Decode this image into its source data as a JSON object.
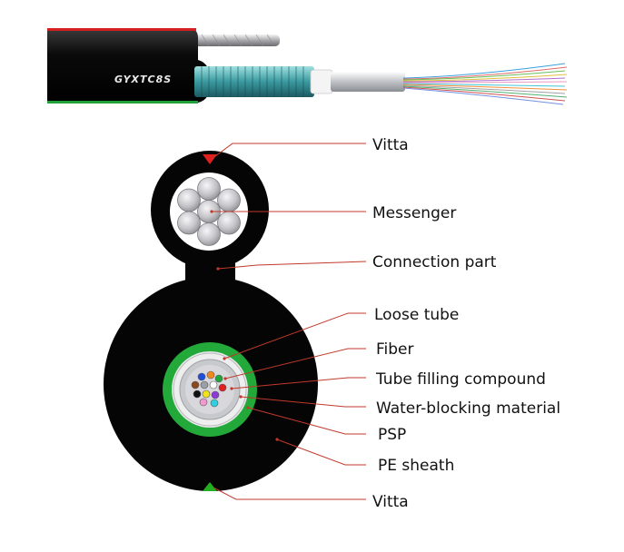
{
  "cable": {
    "model_text": "GYXTC8S"
  },
  "labels": {
    "vitta_top": "Vitta",
    "messenger": "Messenger",
    "connection_part": "Connection part",
    "loose_tube": "Loose tube",
    "fiber": "Fiber",
    "tube_filling_compound": "Tube filling compound",
    "water_blocking_material": "Water-blocking material",
    "psp": "PSP",
    "pe_sheath": "PE sheath",
    "vitta_bottom": "Vitta"
  },
  "colors": {
    "sheath": "#050505",
    "leader_line": "#c0392b",
    "vitta_top": "#e02020",
    "vitta_bottom": "#22b022",
    "psp_ring": "#22a93a",
    "messenger_wire": "#c8c8cc",
    "tube_fill": "#d8d8dc",
    "fiber_colors": [
      "#1f4fd8",
      "#f08a1e",
      "#1fa83a",
      "#8b4a1e",
      "#9aa0a6",
      "#ffffff",
      "#e02020",
      "#111111",
      "#f2e21a",
      "#8e3ad6",
      "#f29ad0",
      "#2fd0e0"
    ]
  }
}
